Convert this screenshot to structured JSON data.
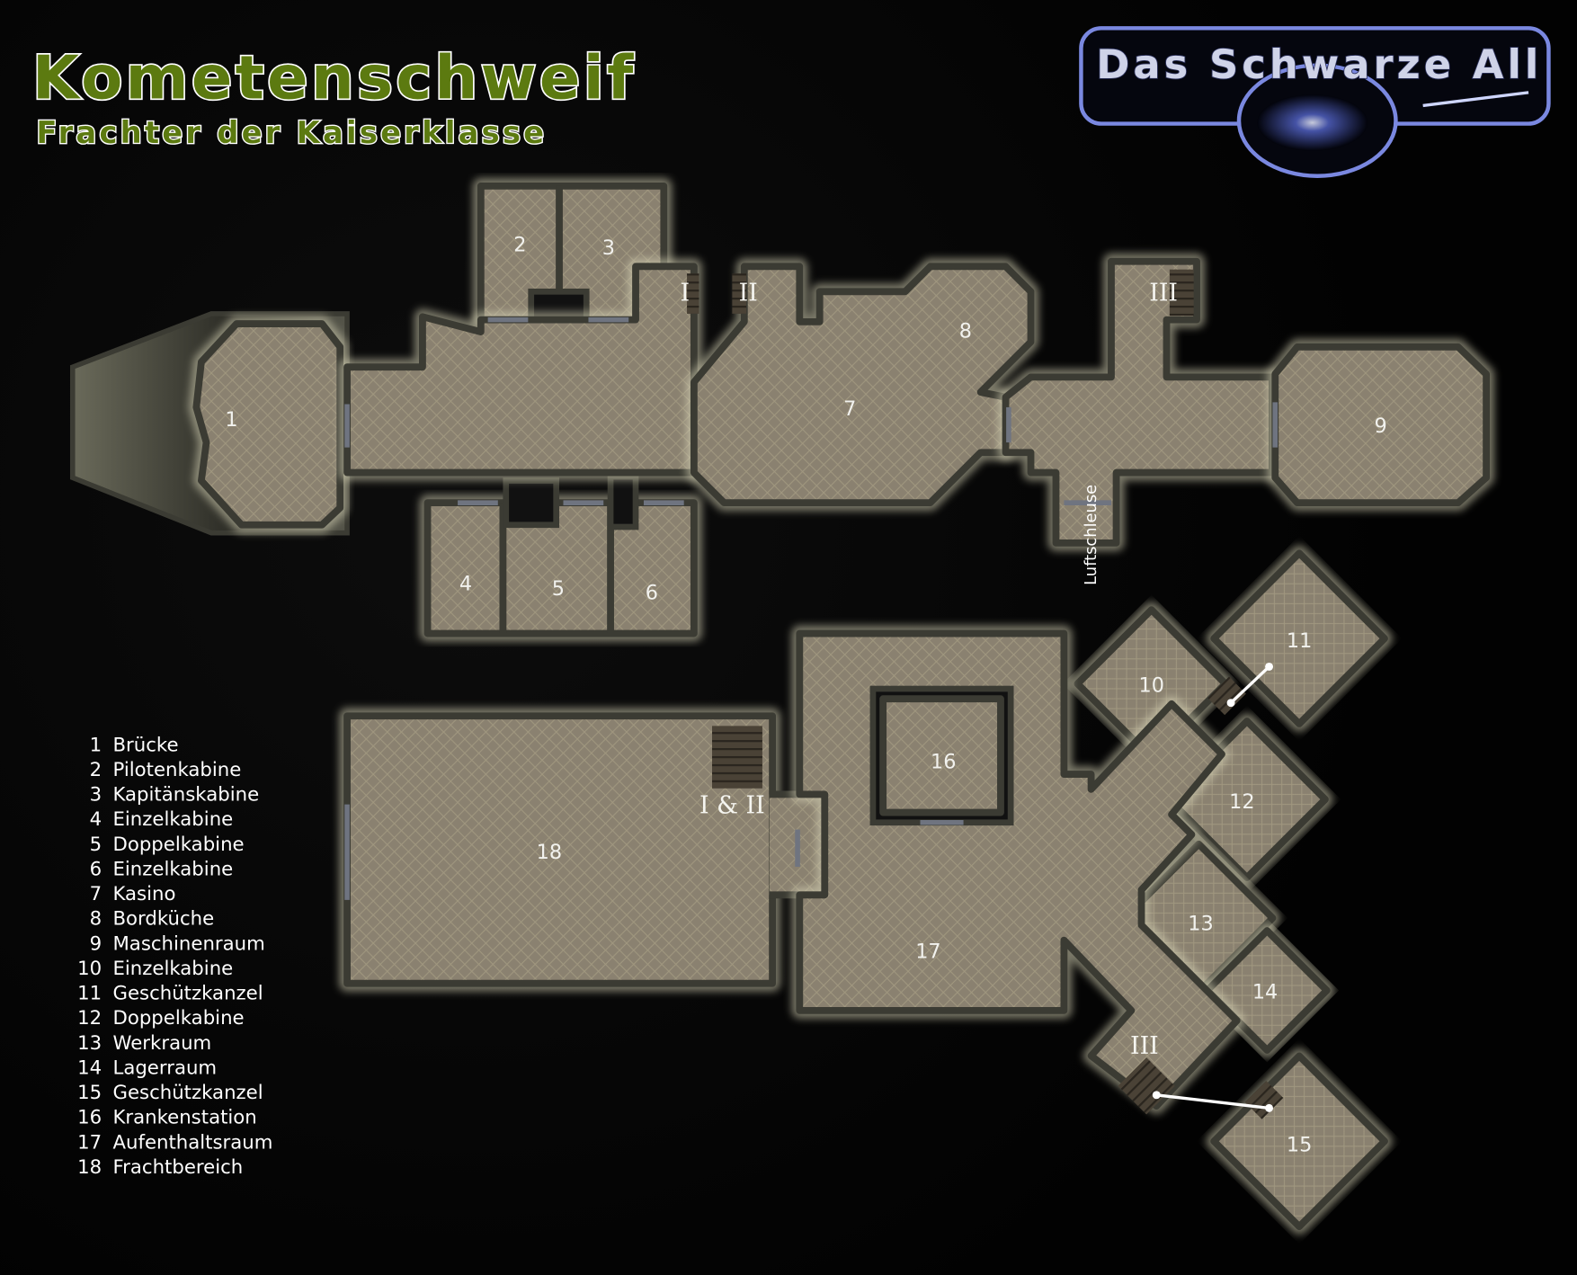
{
  "title": "Kometenschweif",
  "subtitle": "Frachter der Kaiserklasse",
  "logo": {
    "text": "Das Schwarze All"
  },
  "colors": {
    "title_green": "#5c7a10",
    "floor": "#8a8170",
    "wall": "#3b3b33",
    "logo_blue": "#5a6bd0"
  },
  "map": {
    "markers": {
      "I": "I",
      "II": "II",
      "III": "III",
      "I_II": "I & II"
    },
    "airlock": "Luftschleuse"
  },
  "legend": [
    {
      "num": "1",
      "label": "Brücke"
    },
    {
      "num": "2",
      "label": "Pilotenkabine"
    },
    {
      "num": "3",
      "label": "Kapitänskabine"
    },
    {
      "num": "4",
      "label": "Einzelkabine"
    },
    {
      "num": "5",
      "label": "Doppelkabine"
    },
    {
      "num": "6",
      "label": "Einzelkabine"
    },
    {
      "num": "7",
      "label": "Kasino"
    },
    {
      "num": "8",
      "label": "Bordküche"
    },
    {
      "num": "9",
      "label": "Maschinenraum"
    },
    {
      "num": "10",
      "label": "Einzelkabine"
    },
    {
      "num": "11",
      "label": "Geschützkanzel"
    },
    {
      "num": "12",
      "label": "Doppelkabine"
    },
    {
      "num": "13",
      "label": "Werkraum"
    },
    {
      "num": "14",
      "label": "Lagerraum"
    },
    {
      "num": "15",
      "label": "Geschützkanzel"
    },
    {
      "num": "16",
      "label": "Krankenstation"
    },
    {
      "num": "17",
      "label": "Aufenthaltsraum"
    },
    {
      "num": "18",
      "label": "Frachtbereich"
    }
  ]
}
